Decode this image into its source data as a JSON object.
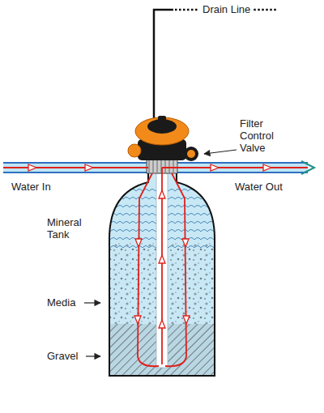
{
  "diagram": {
    "labels": [
      "Drain Line",
      "Filter Control Valve",
      "Water In",
      "Water Out",
      "Mineral Tank",
      "Media",
      "Gravel"
    ]
  }
}
